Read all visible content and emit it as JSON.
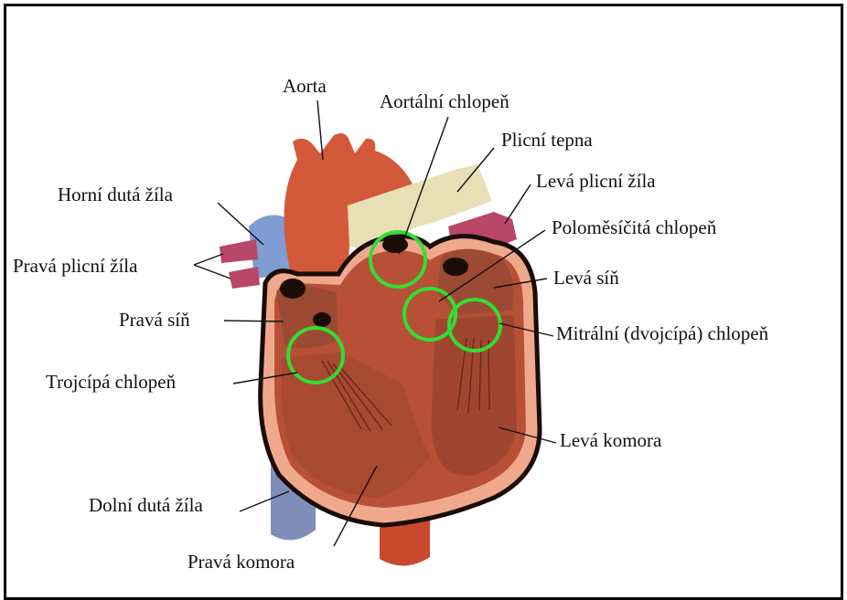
{
  "diagram": {
    "labels": {
      "aorta": "Aorta",
      "aortic_valve": "Aortální chlopeň",
      "pulmonary_artery": "Plicní tepna",
      "left_pulmonary_vein": "Levá plicní žíla",
      "semilunar_valve": "Poloměsíčitá chlopeň",
      "left_atrium": "Levá síň",
      "mitral_valve": "Mitrální (dvojcípá) chlopeň",
      "left_ventricle": "Levá komora",
      "superior_vena_cava": "Horní dutá žíla",
      "right_pulmonary_vein": "Pravá plicní žíla",
      "right_atrium": "Pravá síň",
      "tricuspid_valve": "Trojcípá chlopeň",
      "inferior_vena_cava": "Dolní dutá žíla",
      "right_ventricle": "Pravá komora"
    },
    "colors": {
      "frame": "#000000",
      "vena_cava": "#7f9cd3",
      "aorta": "#d4583a",
      "pulmonary_artery": "#e8dfb4",
      "pulmonary_veins": "#b8476a",
      "heart_outer": "#f0a88c",
      "heart_wall": "#1a0d08",
      "myocardium": "#b85038",
      "chamber": "#9c4a34",
      "valve_highlight": "#33dd33"
    }
  }
}
